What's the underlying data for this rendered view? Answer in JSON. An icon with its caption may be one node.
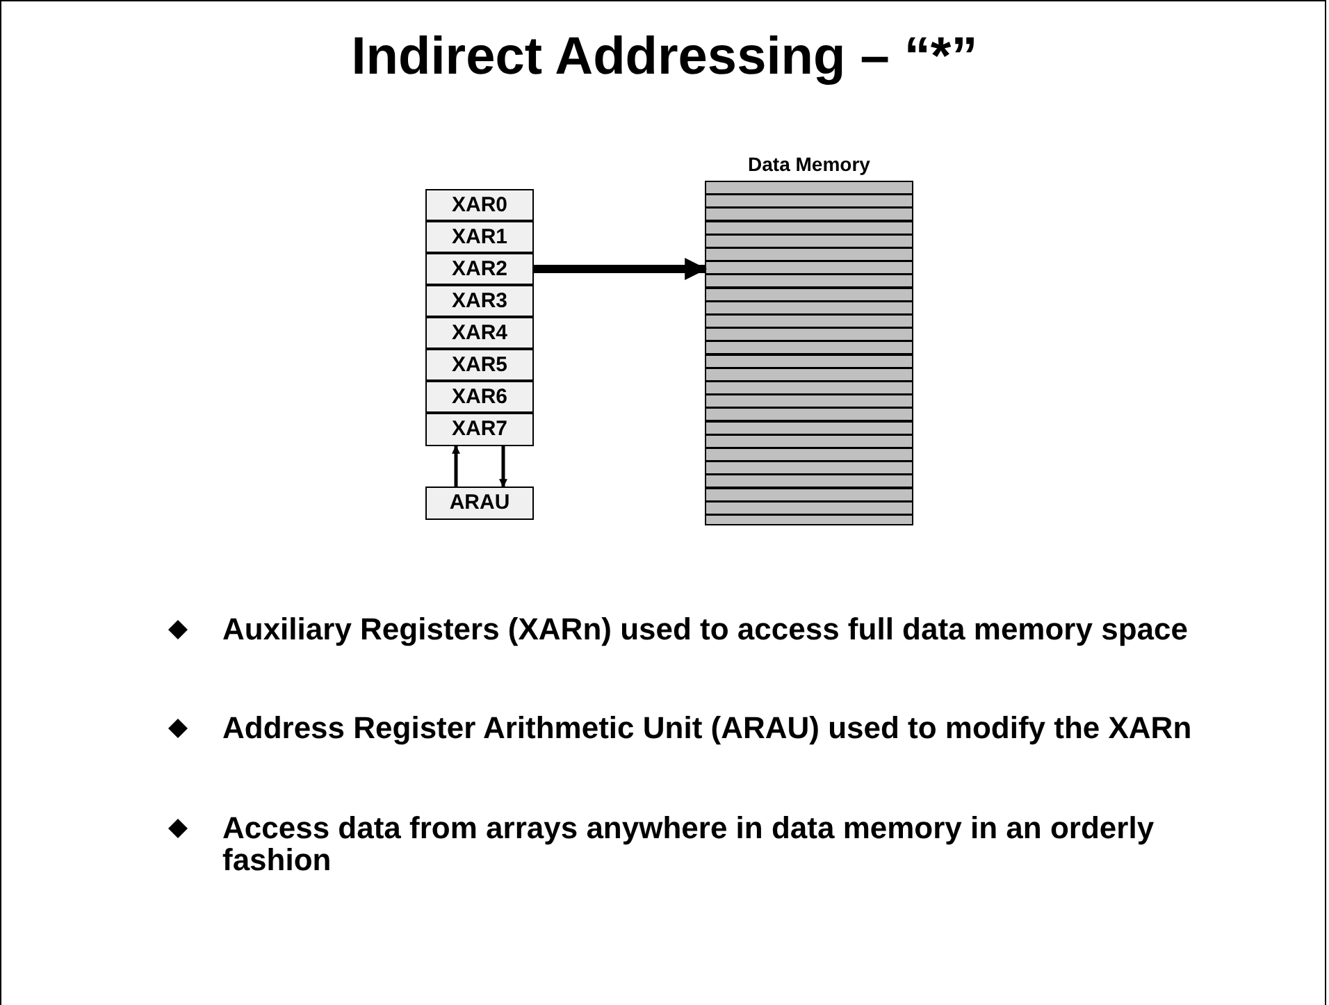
{
  "diagram": {
    "title": "Indirect Addressing – “*”",
    "nodes": [
      {
        "text": [
          "XAR0"
        ]
      },
      {
        "text": [
          "XAR1"
        ]
      },
      {
        "text": [
          "XAR2"
        ]
      },
      {
        "text": [
          "XAR3"
        ]
      },
      {
        "text": [
          "XAR4"
        ]
      },
      {
        "text": [
          "XAR5"
        ]
      },
      {
        "text": [
          "XAR6"
        ]
      },
      {
        "text": [
          "XAR7"
        ]
      },
      {
        "text": [
          "Data Memory"
        ]
      },
      {
        "text": [
          "ARAU"
        ]
      }
    ],
    "edges": [
      {
        "from": 2,
        "to": 8,
        "arrow": "to",
        "style": "thick"
      },
      {
        "from": 9,
        "to": 7,
        "arrow": "to"
      },
      {
        "from": 7,
        "to": 9,
        "arrow": "to"
      }
    ],
    "labels": [
      "Auxiliary Registers (XARn) used to access full data memory space",
      "Address Register Arithmetic Unit (ARAU) used to modify the XARn",
      "Access data from arrays anywhere in data memory in an orderly fashion"
    ]
  }
}
